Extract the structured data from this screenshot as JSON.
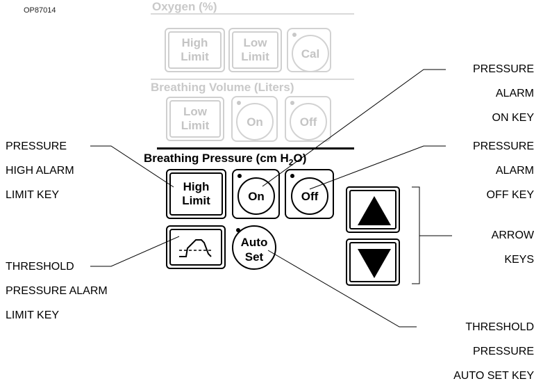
{
  "doc_id": "OP87014",
  "panel": {
    "oxygen": {
      "title": "Oxygen (%)",
      "high_limit": [
        "High",
        "Limit"
      ],
      "low_limit": [
        "Low",
        "Limit"
      ],
      "cal": "Cal"
    },
    "volume": {
      "title": "Breathing Volume  (Liters)",
      "low_limit": [
        "Low",
        "Limit"
      ],
      "on": "On",
      "off": "Off"
    },
    "pressure": {
      "title_main": "Breathing Pressure (cm H",
      "title_sub": "2",
      "title_end": "O)",
      "high_limit": [
        "High",
        "Limit"
      ],
      "on": "On",
      "off": "Off",
      "auto_set": [
        "Auto",
        "Set"
      ]
    }
  },
  "callouts": {
    "pressure_high_alarm_limit_key": [
      "PRESSURE",
      "HIGH ALARM",
      "LIMIT  KEY"
    ],
    "threshold_pressure_alarm_limit_key": [
      "THRESHOLD",
      "PRESSURE ALARM",
      "LIMIT KEY"
    ],
    "pressure_alarm_on_key": [
      "PRESSURE",
      "ALARM",
      "ON KEY"
    ],
    "pressure_alarm_off_key": [
      "PRESSURE",
      "ALARM",
      "OFF KEY"
    ],
    "arrow_keys": [
      "ARROW",
      "KEYS"
    ],
    "threshold_pressure_auto_set_key": [
      "THRESHOLD",
      "PRESSURE",
      "AUTO SET KEY"
    ]
  },
  "icons": {
    "threshold_key": "pressure-waveform-threshold-icon",
    "arrow_up": "up-triangle-icon",
    "arrow_down": "down-triangle-icon"
  },
  "colors": {
    "active": "#000000",
    "dimmed": "#c8c8c8"
  }
}
